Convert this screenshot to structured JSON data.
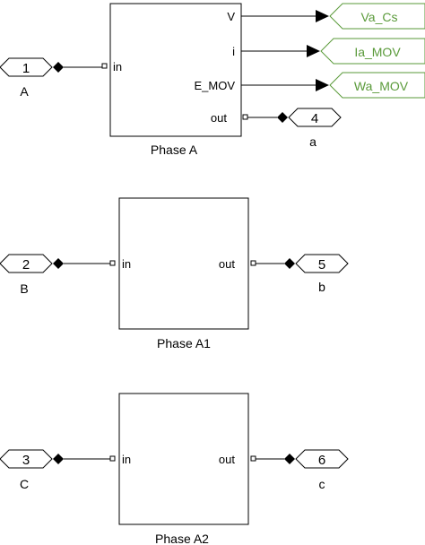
{
  "colors": {
    "line": "#000000",
    "goto": "#5a9a3a",
    "background": "#ffffff"
  },
  "phase_a": {
    "caption": "Phase A",
    "in_port": "in",
    "outputs": [
      "V",
      "i",
      "E_MOV"
    ],
    "out_port": "out",
    "inport_number": "1",
    "inport_name": "A",
    "outport_number": "4",
    "outport_name": "a",
    "goto_tags": [
      "Va_Cs",
      "Ia_MOV",
      "Wa_MOV"
    ]
  },
  "phase_a1": {
    "caption": "Phase A1",
    "in_port": "in",
    "out_port": "out",
    "inport_number": "2",
    "inport_name": "B",
    "outport_number": "5",
    "outport_name": "b"
  },
  "phase_a2": {
    "caption": "Phase A2",
    "in_port": "in",
    "out_port": "out",
    "inport_number": "3",
    "inport_name": "C",
    "outport_number": "6",
    "outport_name": "c"
  }
}
